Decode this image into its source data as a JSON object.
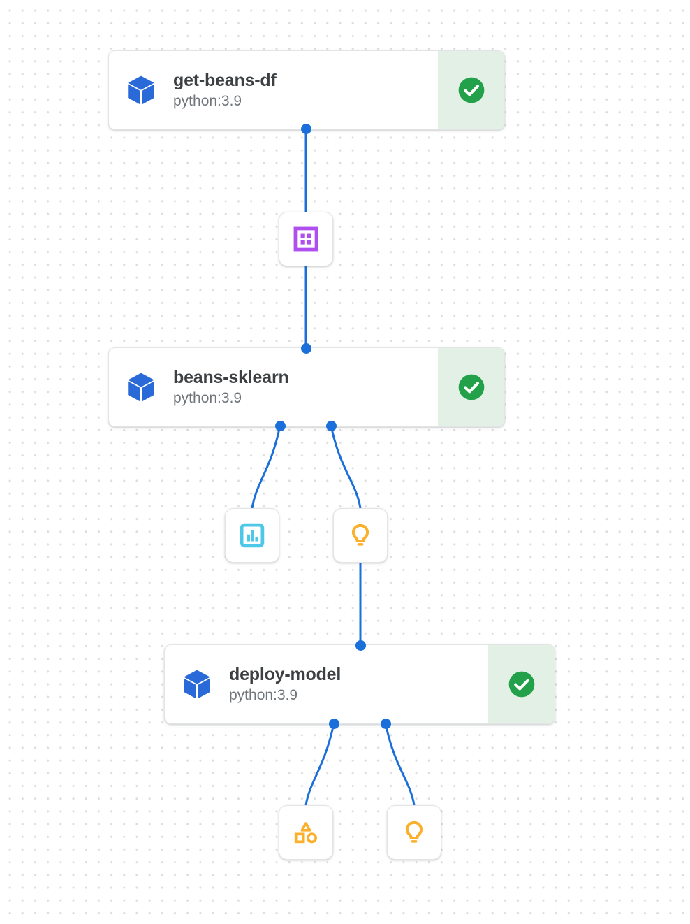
{
  "graph": {
    "background": "dot-grid",
    "dot_color": "#dddddd",
    "edge_color": "#1a6fdb",
    "port_color": "#1a6fdb",
    "status_panel_color": "#e3f0e6",
    "status_icon_color": "#22a14a"
  },
  "nodes": [
    {
      "id": "get-beans-df",
      "title": "get-beans-df",
      "subtitle": "python:3.9",
      "icon": "cube-icon",
      "status": "success",
      "status_icon": "check-circle-icon"
    },
    {
      "id": "beans-sklearn",
      "title": "beans-sklearn",
      "subtitle": "python:3.9",
      "icon": "cube-icon",
      "status": "success",
      "status_icon": "check-circle-icon"
    },
    {
      "id": "deploy-model",
      "title": "deploy-model",
      "subtitle": "python:3.9",
      "icon": "cube-icon",
      "status": "success",
      "status_icon": "check-circle-icon"
    }
  ],
  "artifacts": [
    {
      "id": "dataset-artifact",
      "icon": "dataset-icon",
      "color": "#b04ff0"
    },
    {
      "id": "metrics-artifact",
      "icon": "bar-chart-icon",
      "color": "#4dc8e8"
    },
    {
      "id": "model-artifact",
      "icon": "lightbulb-icon",
      "color": "#fbaf2a"
    },
    {
      "id": "classification-artifact",
      "icon": "shapes-icon",
      "color": "#fbaf2a"
    },
    {
      "id": "endpoint-artifact",
      "icon": "lightbulb-icon",
      "color": "#fbaf2a"
    }
  ],
  "edges": [
    {
      "from": "get-beans-df",
      "to": "dataset-artifact"
    },
    {
      "from": "dataset-artifact",
      "to": "beans-sklearn"
    },
    {
      "from": "beans-sklearn",
      "to": "metrics-artifact"
    },
    {
      "from": "beans-sklearn",
      "to": "model-artifact"
    },
    {
      "from": "model-artifact",
      "to": "deploy-model"
    },
    {
      "from": "deploy-model",
      "to": "classification-artifact"
    },
    {
      "from": "deploy-model",
      "to": "endpoint-artifact"
    }
  ]
}
